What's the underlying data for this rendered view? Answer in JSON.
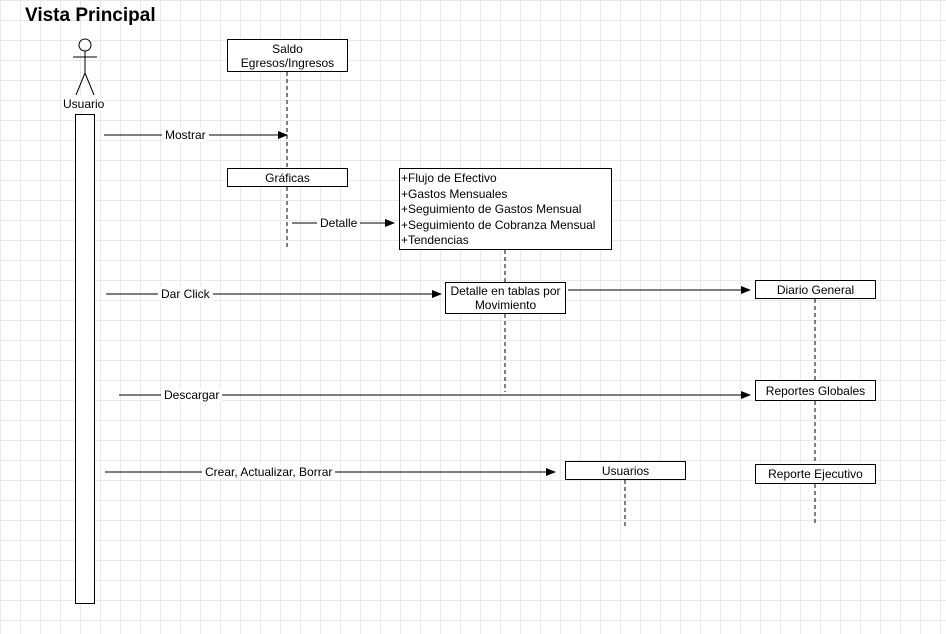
{
  "title": "Vista Principal",
  "actor": {
    "label": "Usuario"
  },
  "participants": {
    "saldo": "Saldo\nEgresos/Ingresos",
    "graficas": "Gráficas",
    "features": [
      "+Flujo de Efectivo",
      "+Gastos Mensuales",
      "+Seguimiento de Gastos Mensual",
      "+Seguimiento de Cobranza Mensual",
      "+Tendencias"
    ],
    "detalle_tablas": "Detalle en tablas por\nMovimiento",
    "diario_general": "Diario General",
    "reportes_globales": "Reportes Globales",
    "usuarios": "Usuarios",
    "reporte_ejecutivo": "Reporte Ejecutivo"
  },
  "messages": {
    "mostrar": "Mostrar",
    "detalle": "Detalle",
    "dar_click": "Dar Click",
    "descargar": "Descargar",
    "crear": "Crear, Actualizar, Borrar"
  }
}
